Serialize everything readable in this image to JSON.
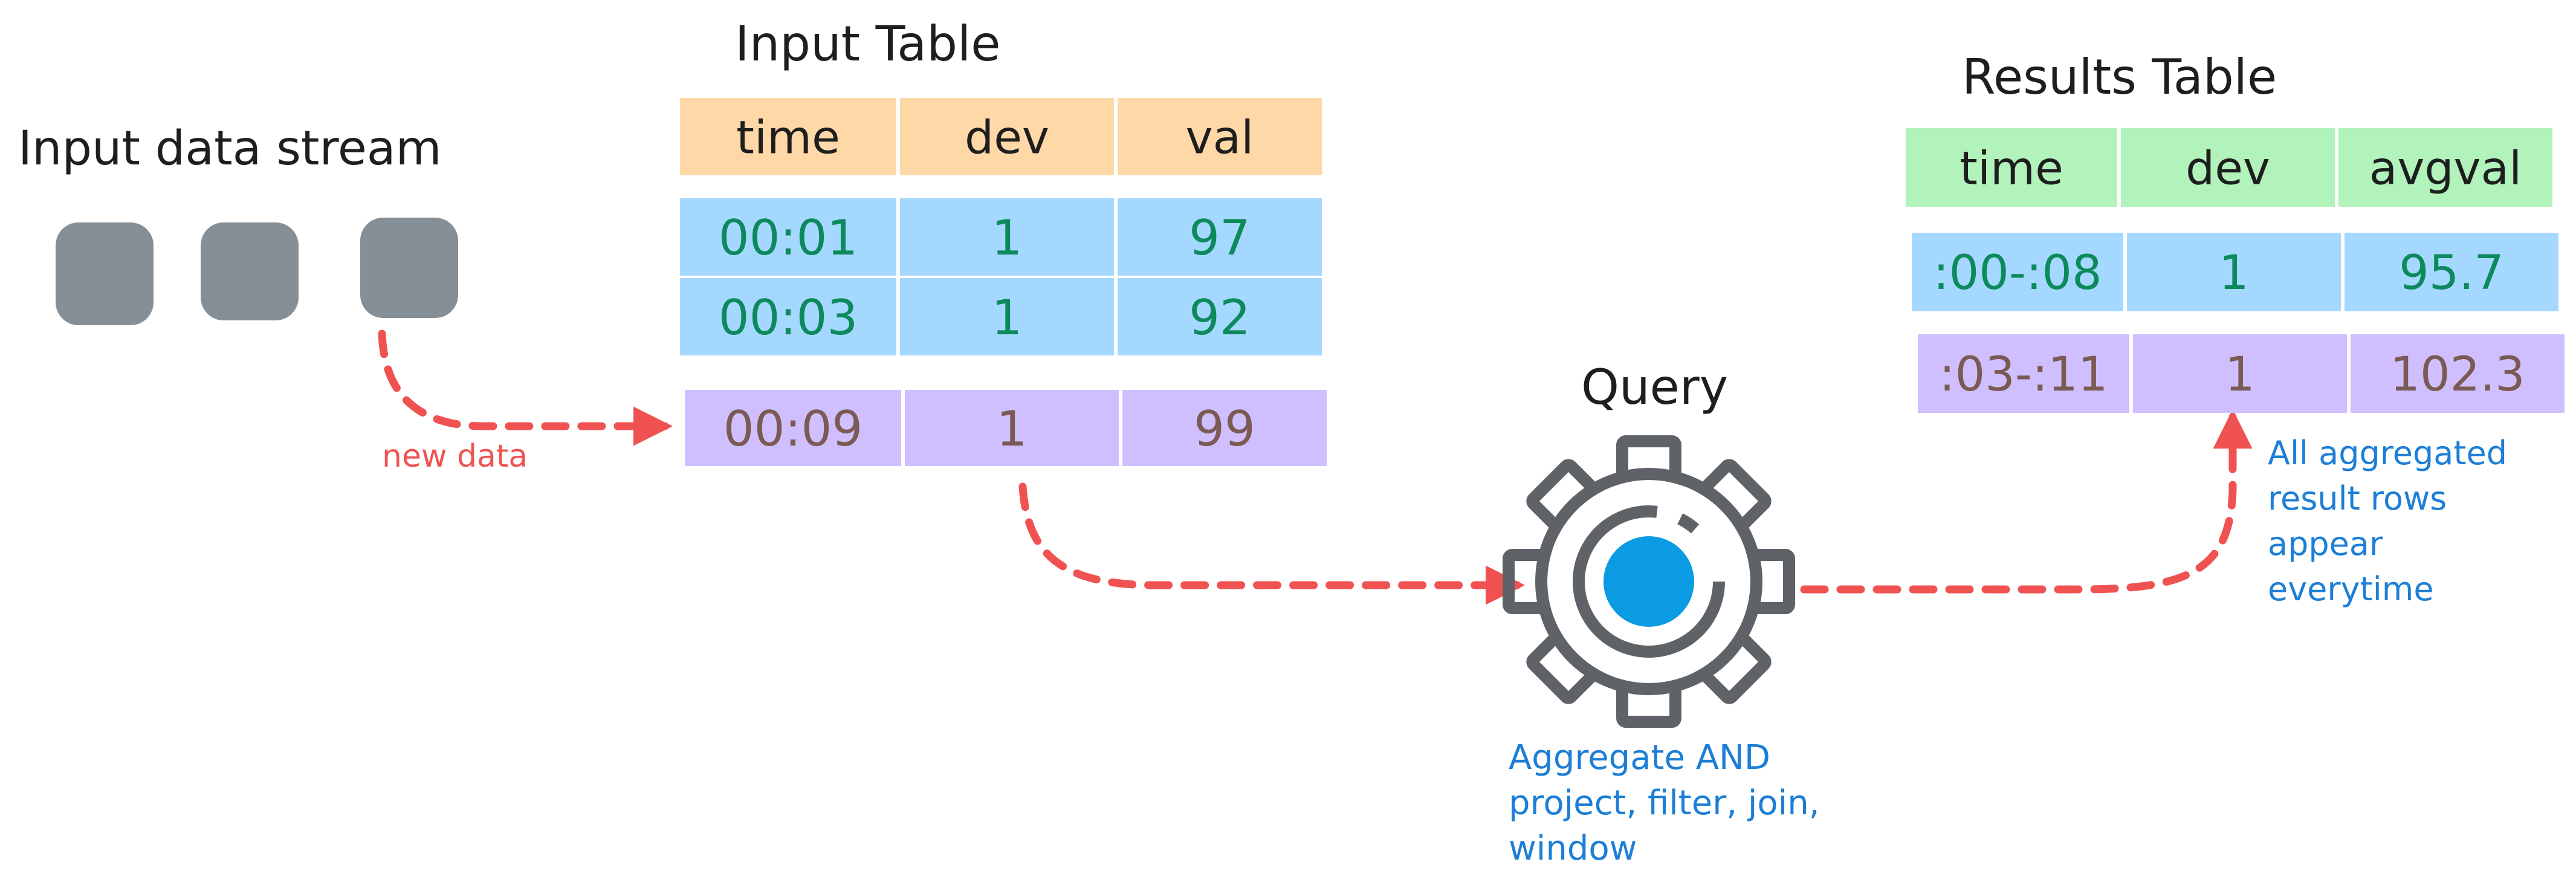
{
  "input_stream": {
    "label": "Input data stream",
    "new_data_label": "new data",
    "block_color": "#868e96"
  },
  "input_table": {
    "title": "Input Table",
    "columns": [
      "time",
      "dev",
      "val"
    ],
    "rows": [
      [
        "00:01",
        "1",
        "97"
      ],
      [
        "00:03",
        "1",
        "92"
      ]
    ],
    "new_row": [
      "00:09",
      "1",
      "99"
    ],
    "header_color": "#ffd8a8",
    "row_color": "#a5d8ff",
    "new_row_color": "#d0bfff",
    "row_text_color": "#0c8a5c",
    "new_row_text_color": "#7a5a52"
  },
  "query": {
    "title": "Query",
    "note_lines": [
      "Aggregate AND",
      "project, filter, join,",
      "window"
    ],
    "gear_color": "#5f6368",
    "core_color": "#0b9be3"
  },
  "results_table": {
    "title": "Results Table",
    "columns": [
      "time",
      "dev",
      "avgval"
    ],
    "rows": [
      [
        ":00-:08",
        "1",
        "95.7"
      ],
      [
        ":03-:11",
        "1",
        "102.3"
      ]
    ],
    "header_color": "#b2f2bb",
    "row_colors": [
      "#a5d8ff",
      "#d0bfff"
    ],
    "row_text_colors": [
      "#0c8a5c",
      "#7a5a52"
    ],
    "note_lines": [
      "All aggregated",
      "result rows",
      "appear",
      "everytime"
    ]
  },
  "colors": {
    "arrow": "#f05252",
    "note_blue": "#1c7ed6",
    "ink": "#1e1e1e"
  }
}
